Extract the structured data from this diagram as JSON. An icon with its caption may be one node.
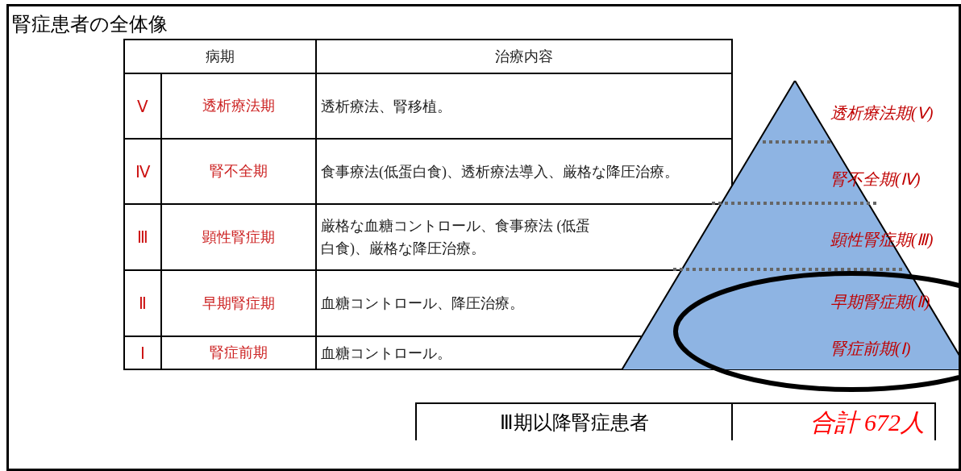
{
  "diagram": {
    "title": "腎症患者の全体像",
    "nodes": [
      {
        "text": [
          "透析療法期(Ⅴ)",
          "腎不全期(Ⅳ)",
          "顕性腎症期(Ⅲ)",
          "早期腎症期(Ⅱ)",
          "腎症前期(Ⅰ)"
        ]
      }
    ],
    "labels": [
      "病期",
      "治療内容",
      "Ⅴ",
      "透析療法期",
      "透析療法、腎移植。",
      "Ⅳ",
      "腎不全期",
      "食事療法(低蛋白食)、透析療法導入、厳格な降圧治療。",
      "Ⅲ",
      "顕性腎症期",
      "厳格な血糖コントロール、食事療法 (低蛋白食)、厳格な降圧治療。",
      "Ⅱ",
      "早期腎症期",
      "血糖コントロール、降圧治療。",
      "Ⅰ",
      "腎症前期",
      "血糖コントロール。",
      "Ⅲ期以降腎症患者",
      "合計 672人"
    ]
  }
}
